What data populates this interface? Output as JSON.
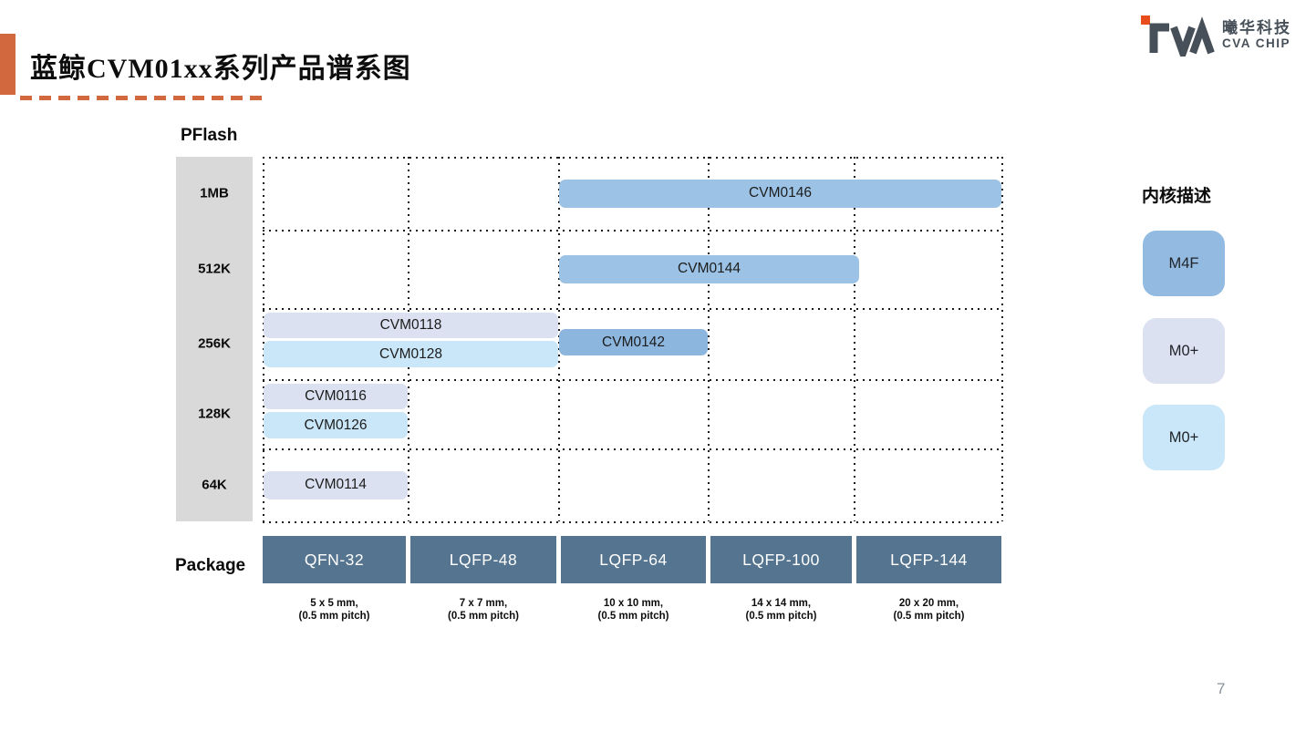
{
  "header": {
    "title": "蓝鲸CVM01xx系列产品谱系图"
  },
  "logo": {
    "company_cn": "曦华科技",
    "company_en": "CVA CHIP"
  },
  "footer": {
    "page_number": "7"
  },
  "chart_data": {
    "type": "table",
    "title": "蓝鲸CVM01xx系列产品谱系图",
    "y_axis": {
      "label": "PFlash",
      "categories": [
        "1MB",
        "512K",
        "256K",
        "128K",
        "64K"
      ]
    },
    "x_axis": {
      "label": "Package",
      "categories": [
        "QFN-32",
        "LQFP-48",
        "LQFP-64",
        "LQFP-100",
        "LQFP-144"
      ],
      "package_sizes": [
        [
          "5 x 5 mm,",
          "(0.5 mm pitch)"
        ],
        [
          "7 x 7 mm,",
          "(0.5 mm pitch)"
        ],
        [
          "10 x 10 mm,",
          "(0.5 mm pitch)"
        ],
        [
          "14 x 14 mm,",
          "(0.5 mm pitch)"
        ],
        [
          "20 x 20 mm,",
          "(0.5 mm pitch)"
        ]
      ]
    },
    "products": [
      {
        "name": "CVM0146",
        "core": "M4F",
        "pflash": "1MB",
        "package_start": "LQFP-64",
        "package_end": "LQFP-144",
        "row": 0,
        "col_start": 2,
        "col_end": 4,
        "lane": "center",
        "color": "m4f",
        "extend": 0
      },
      {
        "name": "CVM0144",
        "core": "M4F",
        "pflash": "512K",
        "package_start": "LQFP-64",
        "package_end": "LQFP-100",
        "row": 1,
        "col_start": 2,
        "col_end": 3,
        "lane": "center",
        "color": "m4f",
        "extend": 6
      },
      {
        "name": "CVM0118",
        "core": "M0+",
        "pflash": "256K",
        "package_start": "QFN-32",
        "package_end": "LQFP-48",
        "row": 2,
        "col_start": 0,
        "col_end": 1,
        "lane": "top",
        "color": "m0p_lavender",
        "extend": 0
      },
      {
        "name": "CVM0128",
        "core": "M0+",
        "pflash": "256K",
        "package_start": "QFN-32",
        "package_end": "LQFP-48",
        "row": 2,
        "col_start": 0,
        "col_end": 1,
        "lane": "bottom",
        "color": "m0p_blue",
        "extend": 0
      },
      {
        "name": "CVM0142",
        "core": "M4F",
        "pflash": "256K",
        "package_start": "LQFP-64",
        "package_end": "LQFP-64",
        "row": 2,
        "col_start": 2,
        "col_end": 2,
        "lane": "middle",
        "color": "m4f_dark",
        "extend": 0
      },
      {
        "name": "CVM0116",
        "core": "M0+",
        "pflash": "128K",
        "package_start": "QFN-32",
        "package_end": "QFN-32",
        "row": 3,
        "col_start": 0,
        "col_end": 0,
        "lane": "top",
        "color": "m0p_lavender",
        "extend": 0
      },
      {
        "name": "CVM0126",
        "core": "M0+",
        "pflash": "128K",
        "package_start": "QFN-32",
        "package_end": "QFN-32",
        "row": 3,
        "col_start": 0,
        "col_end": 0,
        "lane": "bottom",
        "color": "m0p_blue",
        "extend": 0
      },
      {
        "name": "CVM0114",
        "core": "M0+",
        "pflash": "64K",
        "package_start": "QFN-32",
        "package_end": "QFN-32",
        "row": 4,
        "col_start": 0,
        "col_end": 0,
        "lane": "center",
        "color": "m0p_lavender",
        "extend": 0
      }
    ],
    "legend": {
      "title": "内核描述",
      "items": [
        {
          "label": "M4F",
          "color": "m4f_legend"
        },
        {
          "label": "M0+",
          "color": "m0p_lavender"
        },
        {
          "label": "M0+",
          "color": "m0p_blue"
        }
      ]
    },
    "colors": {
      "m4f": "#9cc3e6",
      "m4f_dark": "#8db6df",
      "m4f_legend": "#93bbe1",
      "m0p_lavender": "#dbe1f1",
      "m0p_blue": "#c9e7f8",
      "package_bar": "#54748f",
      "accent": "#d2693e",
      "axis_band": "#d9d9d9"
    }
  }
}
